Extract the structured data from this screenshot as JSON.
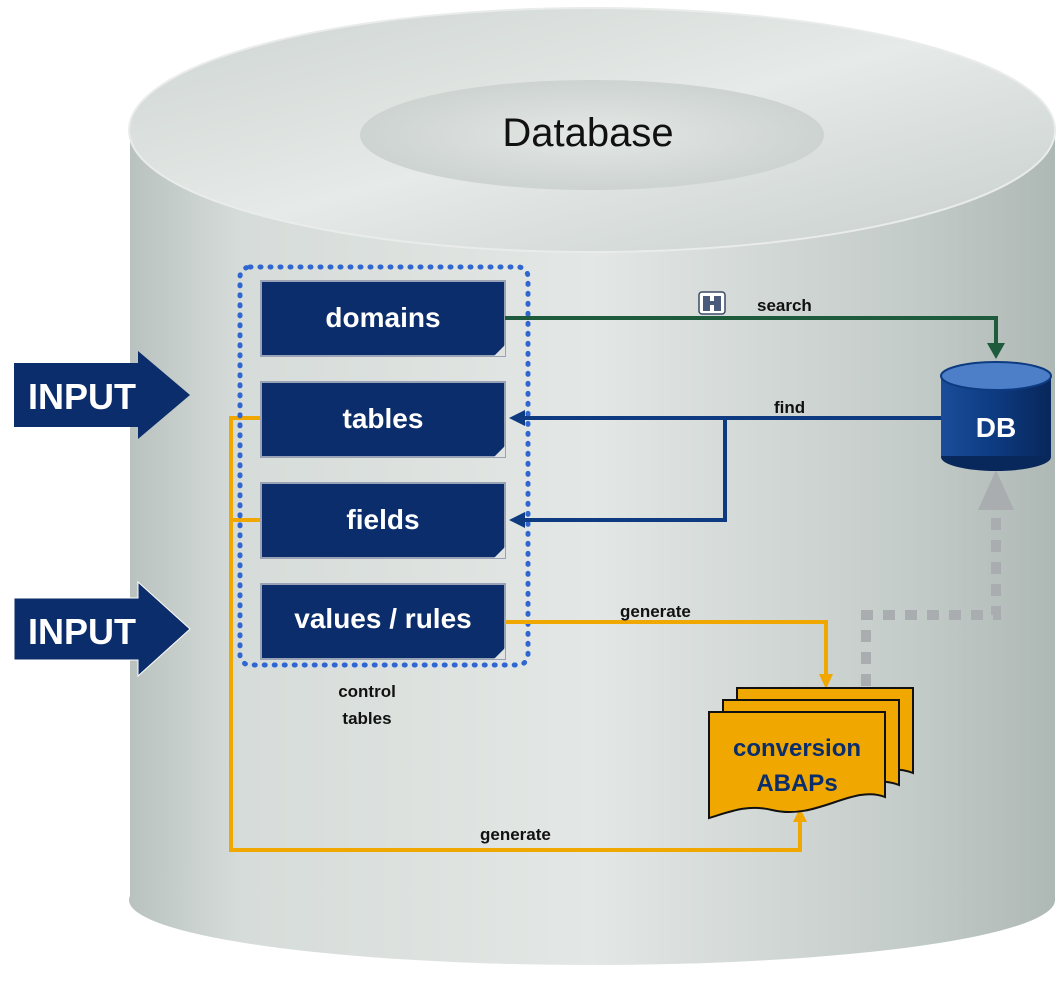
{
  "title": "Database",
  "inputs": [
    {
      "label": "INPUT"
    },
    {
      "label": "INPUT"
    }
  ],
  "control_tables": {
    "caption_line1": "control",
    "caption_line2": "tables",
    "items": [
      {
        "label": "domains"
      },
      {
        "label": "tables"
      },
      {
        "label": "fields"
      },
      {
        "label": "values / rules"
      }
    ]
  },
  "db_node": {
    "label": "DB"
  },
  "conversion": {
    "line1": "conversion",
    "line2": "ABAPs"
  },
  "edges": {
    "search": "search",
    "find": "find",
    "generate_top": "generate",
    "generate_bottom": "generate"
  },
  "colors": {
    "box_fill": "#0b2d6b",
    "accent_orange": "#f0a800",
    "search_line": "#1e5a3c",
    "find_line": "#0d3a80",
    "dotted_frame": "#2f66d0",
    "dashed_grey": "#a9adb0"
  }
}
